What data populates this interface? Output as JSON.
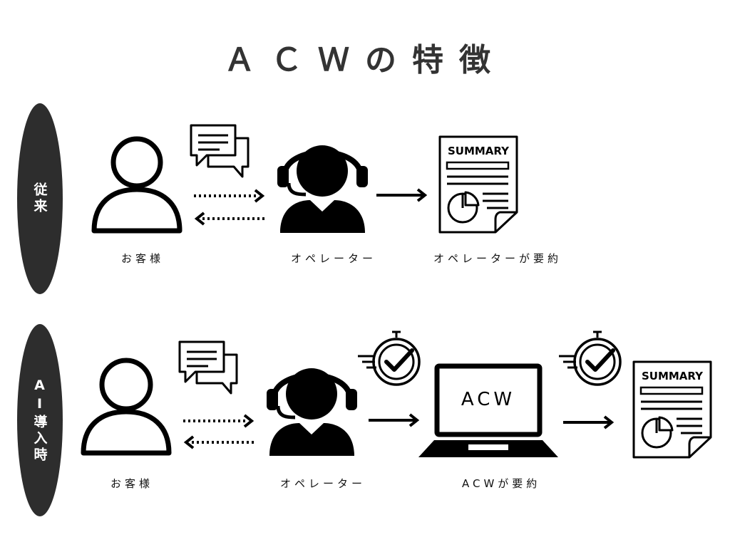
{
  "title": "ＡＣＷの特徴",
  "rows": [
    {
      "tag": "従来",
      "customer_label": "お客様",
      "operator_label": "オペレーター",
      "result_label": "オペレーターが要約",
      "summary_heading": "SUMMARY"
    },
    {
      "tag": "AI導入時",
      "customer_label": "お客様",
      "operator_label": "オペレーター",
      "acw_label": "ACWが要約",
      "laptop_screen_text": "ACW",
      "summary_heading": "SUMMARY"
    }
  ]
}
